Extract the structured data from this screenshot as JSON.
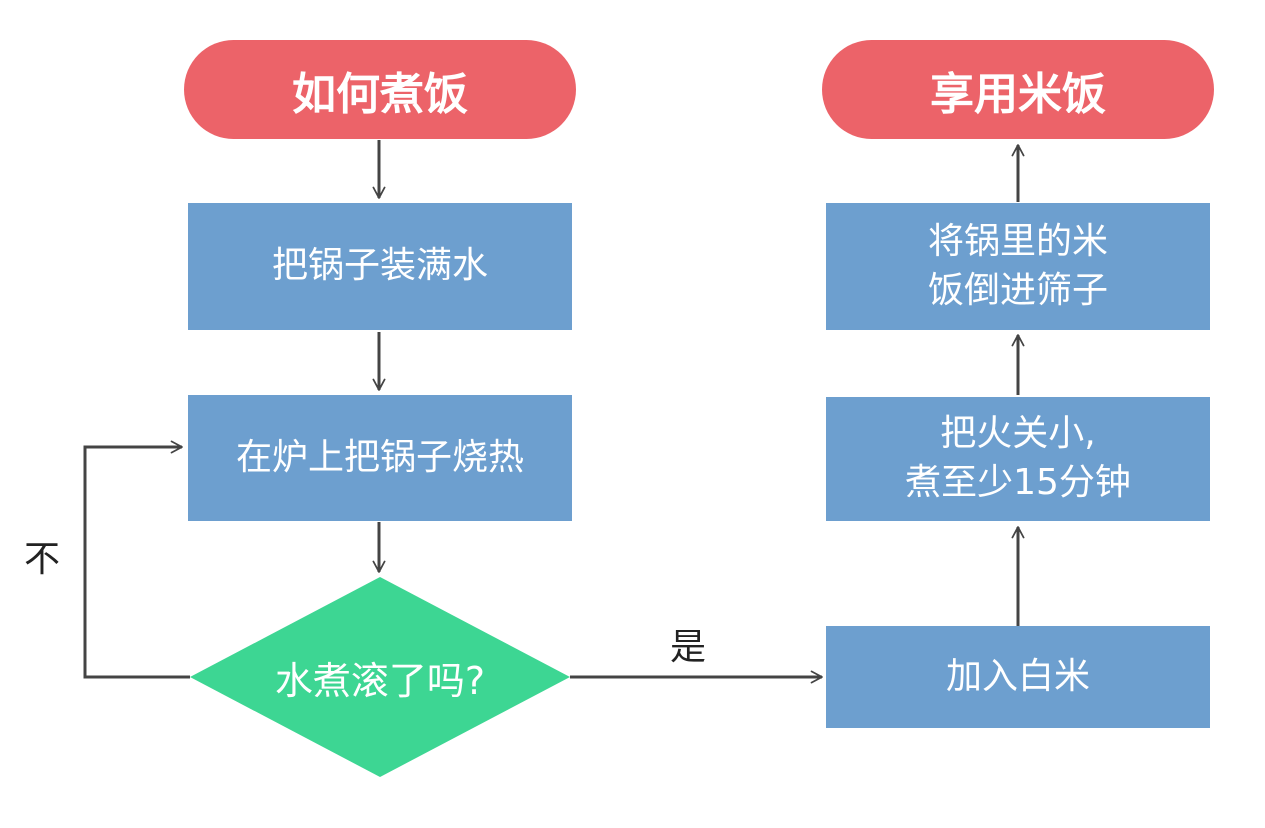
{
  "colors": {
    "terminal": "#ec6369",
    "process": "#6d9fcf",
    "decision": "#3dd693",
    "connector": "#444444",
    "text_on_shape": "#ffffff",
    "label_text": "#222222"
  },
  "nodes": {
    "start": "如何煮饭",
    "fill_pot": "把锅子装满水",
    "heat_pot": "在炉上把锅子烧热",
    "decision": "水煮滚了吗?",
    "add_rice": "加入白米",
    "simmer_line1": "把火关小,",
    "simmer_line2": "煮至少15分钟",
    "drain_line1": "将锅里的米",
    "drain_line2": "饭倒进筛子",
    "end": "享用米饭"
  },
  "edge_labels": {
    "no": "不",
    "yes": "是"
  }
}
